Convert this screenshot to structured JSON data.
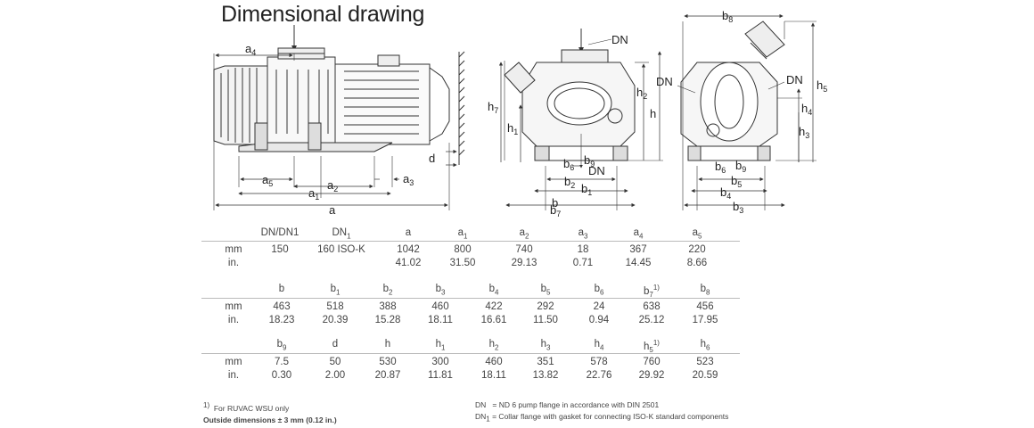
{
  "title": "Dimensional drawing",
  "drawing_labels": {
    "DN": "DN",
    "a": "a",
    "a1": "a",
    "a2": "a",
    "a3": "a",
    "a4": "a",
    "a5": "a",
    "b": "b",
    "b1": "b",
    "b2": "b",
    "b3": "b",
    "b4": "b",
    "b5": "b",
    "b6": "b",
    "b7": "b",
    "b8": "b",
    "b9": "b",
    "d": "d",
    "h": "h",
    "h1": "h",
    "h2": "h",
    "h3": "h",
    "h4": "h",
    "h5": "h",
    "h7": "h",
    "sub": {
      "1": "1",
      "2": "2",
      "3": "3",
      "4": "4",
      "5": "5",
      "6": "6",
      "7": "7",
      "8": "8",
      "9": "9"
    }
  },
  "table": {
    "block1": {
      "headers": [
        "DN/DN1",
        "DN",
        "a",
        "a",
        "a",
        "a",
        "a",
        "a"
      ],
      "header_subs": [
        "",
        "1",
        "",
        "1",
        "2",
        "3",
        "4",
        "5"
      ],
      "mm": [
        "150",
        "160 ISO-K",
        "1042",
        "800",
        "740",
        "18",
        "367",
        "220"
      ],
      "in": [
        "",
        "",
        "41.02",
        "31.50",
        "29.13",
        "0.71",
        "14.45",
        "8.66"
      ]
    },
    "block2": {
      "headers": [
        "b",
        "b",
        "b",
        "b",
        "b",
        "b",
        "b",
        "b",
        "b"
      ],
      "header_subs": [
        "",
        "1",
        "2",
        "3",
        "4",
        "5",
        "6",
        "7",
        "8"
      ],
      "header_sups": [
        "",
        "",
        "",
        "",
        "",
        "",
        "",
        "1)",
        ""
      ],
      "mm": [
        "463",
        "518",
        "388",
        "460",
        "422",
        "292",
        "24",
        "638",
        "456"
      ],
      "in": [
        "18.23",
        "20.39",
        "15.28",
        "18.11",
        "16.61",
        "11.50",
        "0.94",
        "25.12",
        "17.95"
      ]
    },
    "block3": {
      "headers": [
        "b",
        "d",
        "h",
        "h",
        "h",
        "h",
        "h",
        "h",
        "h"
      ],
      "header_subs": [
        "9",
        "",
        "",
        "1",
        "2",
        "3",
        "4",
        "5",
        "6"
      ],
      "header_sups": [
        "",
        "",
        "",
        "",
        "",
        "",
        "",
        "1)",
        ""
      ],
      "mm": [
        "7.5",
        "50",
        "530",
        "300",
        "460",
        "351",
        "578",
        "760",
        "523"
      ],
      "in": [
        "0.30",
        "2.00",
        "20.87",
        "11.81",
        "18.11",
        "13.82",
        "22.76",
        "29.92",
        "20.59"
      ]
    },
    "unit_mm": "mm",
    "unit_in": "in."
  },
  "footnotes": {
    "note1_marker": "1)",
    "note1": "For RUVAC WSU only",
    "tolerance": "Outside dimensions ± 3 mm (0.12 in.)"
  },
  "legend": {
    "dn_term": "DN",
    "dn_text": "= ND 6 pump flange in accordance with DIN 2501",
    "dn1_term": "DN",
    "dn1_sub": "1",
    "dn1_text": "= Collar flange with gasket for connecting ISO-K standard components"
  },
  "colors": {
    "line": "#333333",
    "text": "#222222",
    "table_text": "#444444"
  }
}
